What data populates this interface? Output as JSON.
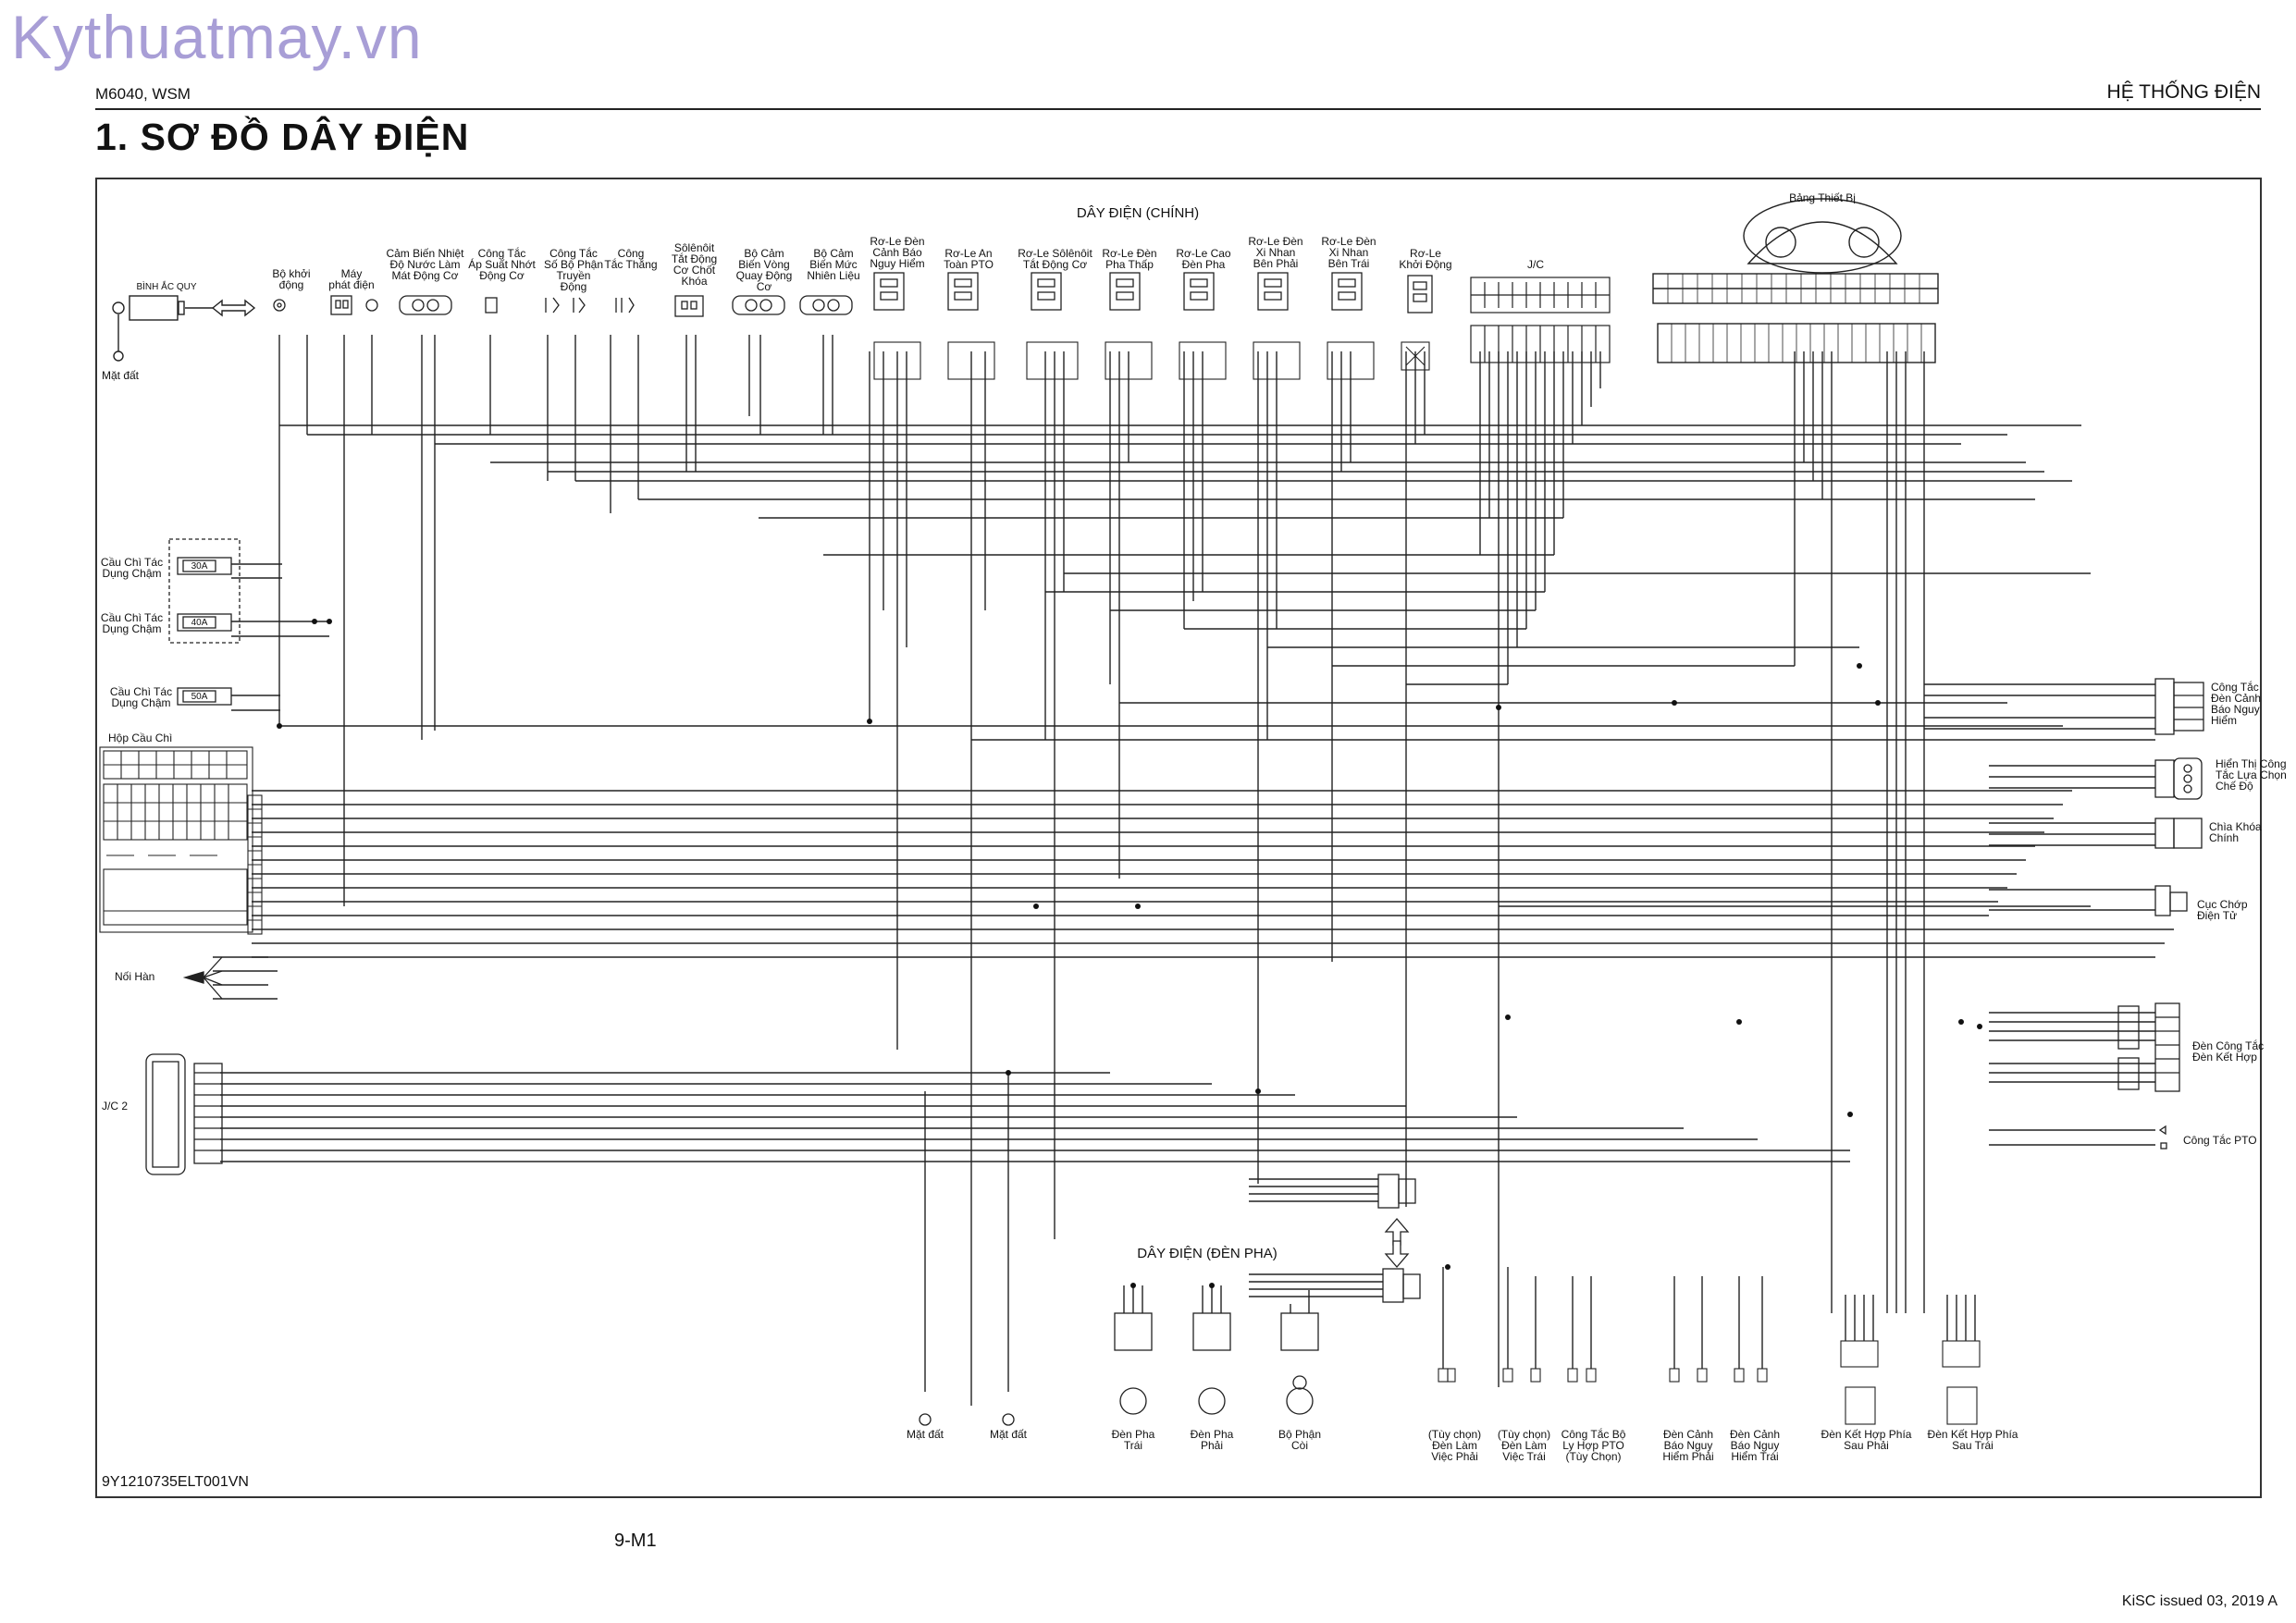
{
  "watermark": "Kythuatmay.vn",
  "header": {
    "model": "M6040, WSM",
    "section": "HỆ THỐNG ĐIỆN"
  },
  "title": "1.   SƠ ĐỒ DÂY ĐIỆN",
  "diagram": {
    "harness_main": "DÂY ĐIỆN (CHÍNH)",
    "harness_head": "DÂY ĐIỆN (ĐÈN PHA)",
    "instrument_panel": "Bảng Thiết Bị",
    "jc": "J/C",
    "jc2": "J/C 2",
    "battery": "BÌNH ẮC QUY",
    "ground": "Mặt đất",
    "top_components": [
      "Bộ khởi động",
      "Máy\nphát điện",
      "Cảm Biến Nhiệt\nĐộ Nước Làm\nMát Động Cơ",
      "Công Tắc\nÁp Suất Nhớt\nĐộng Cơ",
      "Công Tắc\nSố Bộ Phận\nTruyền\nĐộng",
      "Công\nTắc Thắng",
      "Sôlênôit\nTắt Động\nCơ Chốt\nKhóa",
      "Bộ Cảm\nBiến Vòng\nQuay Động\nCơ",
      "Bộ Cảm\nBiến Mức\nNhiên Liệu",
      "Rơ-Le Đèn\nCảnh Báo\nNguy Hiểm",
      "Rơ-Le An\nToàn PTO",
      "Rơ-Le Sôlênôit\nTắt Động Cơ",
      "Rơ-Le Đèn\nPha Thấp",
      "Rơ-Le Cao\nĐèn Pha",
      "Rơ-Le Đèn\nXi Nhan\nBên Phải",
      "Rơ-Le Đèn\nXi Nhan\nBên Trái",
      "Rơ-Le\nKhởi Động"
    ],
    "fuses_left": [
      {
        "label": "Cầu Chì Tác\nDụng Chậm",
        "rating": "30A"
      },
      {
        "label": "Cầu Chì Tác\nDụng Chậm",
        "rating": "40A"
      },
      {
        "label": "Cầu Chì Tác\nDụng Chậm",
        "rating": "50A"
      }
    ],
    "fuse_box": "Hộp Cầu Chì",
    "weld": "Nối Hàn",
    "right_components": [
      "Công Tắc\nĐèn Cảnh\nBáo Nguy\nHiểm",
      "Hiển Thị Công\nTắc Lựa Chọn\nChế Độ",
      "Chìa Khóa\nChính",
      "Cục Chớp\nĐiện Tử",
      "Đèn Công Tắc\nĐèn Kết Hợp",
      "Công Tắc PTO"
    ],
    "bottom_components": [
      "Mặt đất",
      "Mặt đất",
      "Đèn Pha\nTrái",
      "Đèn Pha\nPhải",
      "Bộ Phận\nCòi",
      "(Tùy chọn)\nĐèn Làm\nViệc Phải",
      "(Tùy chọn)\nĐèn Làm\nViệc Trái",
      "Công Tắc Bộ\nLy Hợp PTO\n(Tùy Chọn)",
      "Đèn Cảnh\nBáo Nguy\nHiểm Phải",
      "Đèn Cảnh\nBáo Nguy\nHiểm Trái",
      "Đèn Kết Hợp Phía\nSau Phải",
      "Đèn Kết Hợp Phía\nSau Trái"
    ]
  },
  "doc_id": "9Y1210735ELT001VN",
  "page_number": "9-M1",
  "footer": "KiSC issued 03, 2019 A"
}
